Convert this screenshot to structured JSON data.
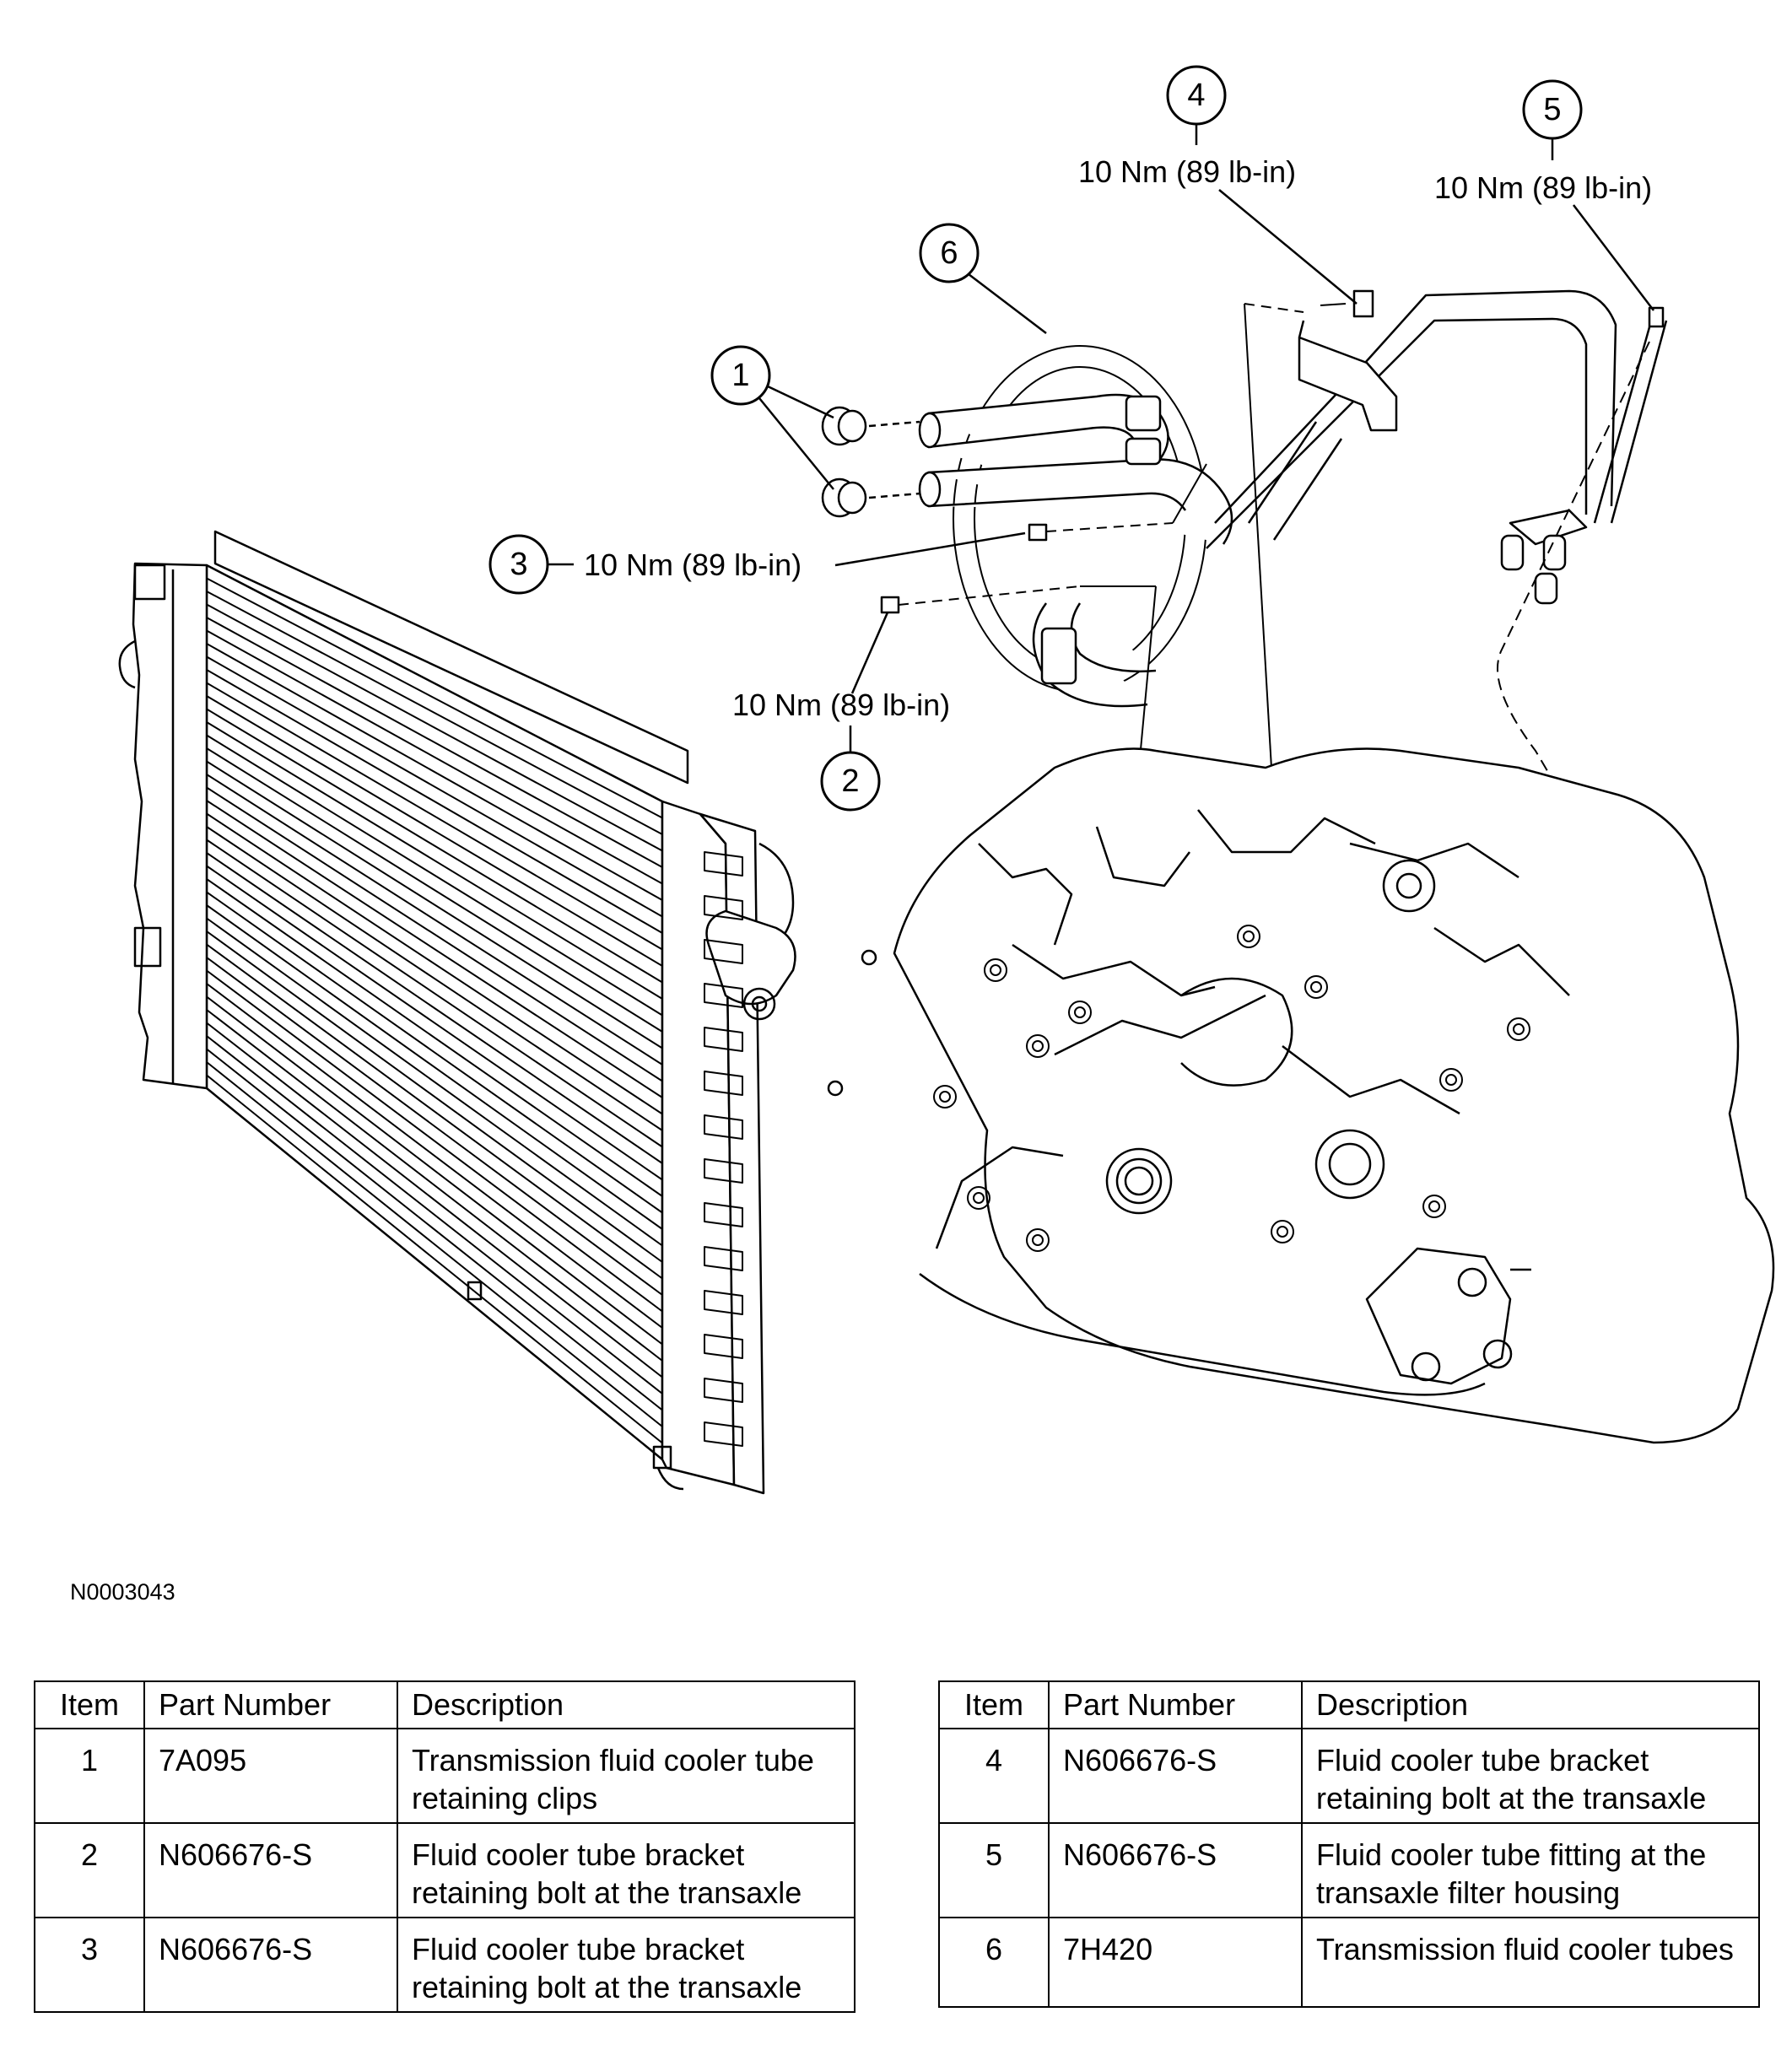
{
  "callouts": [
    {
      "number": "1"
    },
    {
      "number": "2",
      "torque": "10 Nm (89 lb-in)"
    },
    {
      "number": "3",
      "torque": "10 Nm (89 lb-in)"
    },
    {
      "number": "4",
      "torque": "10 Nm (89 lb-in)"
    },
    {
      "number": "5",
      "torque": "10 Nm (89 lb-in)"
    },
    {
      "number": "6"
    }
  ],
  "figure_id": "N0003043",
  "table_headers": {
    "item": "Item",
    "part_number": "Part Number",
    "description": "Description"
  },
  "table_left": [
    {
      "item": "1",
      "part_number": "7A095",
      "description": "Transmission fluid cooler tube retaining clips"
    },
    {
      "item": "2",
      "part_number": "N606676-S",
      "description": "Fluid cooler tube bracket retaining bolt at the transaxle"
    },
    {
      "item": "3",
      "part_number": "N606676-S",
      "description": "Fluid cooler tube bracket retaining bolt at the transaxle"
    }
  ],
  "table_right": [
    {
      "item": "4",
      "part_number": "N606676-S",
      "description": "Fluid cooler tube bracket retaining bolt at the transaxle"
    },
    {
      "item": "5",
      "part_number": "N606676-S",
      "description": "Fluid cooler tube fitting at the transaxle filter housing"
    },
    {
      "item": "6",
      "part_number": "7H420",
      "description": "Transmission fluid cooler tubes"
    }
  ]
}
